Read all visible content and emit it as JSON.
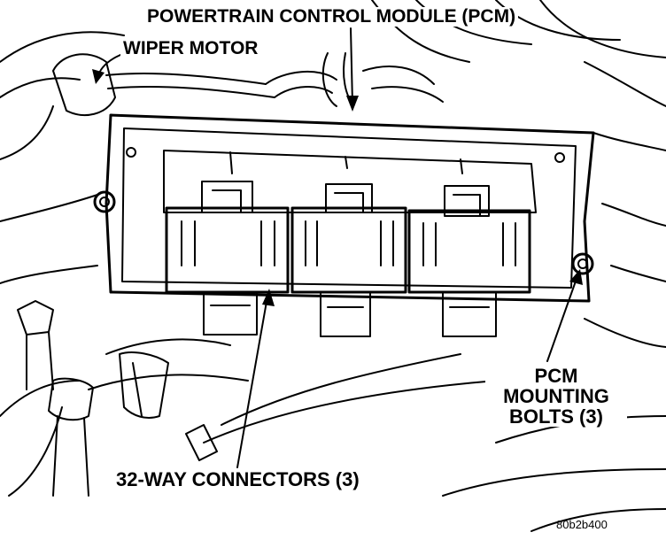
{
  "labels": {
    "pcm": "POWERTRAIN CONTROL MODULE (PCM)",
    "wiper_motor": "WIPER MOTOR",
    "connectors": "32-WAY CONNECTORS (3)",
    "bolts_line1": "PCM",
    "bolts_line2": "MOUNTING",
    "bolts_line3": "BOLTS (3)",
    "figure_code": "80b2b400"
  },
  "colors": {
    "ink": "#000000",
    "paper": "#ffffff"
  }
}
